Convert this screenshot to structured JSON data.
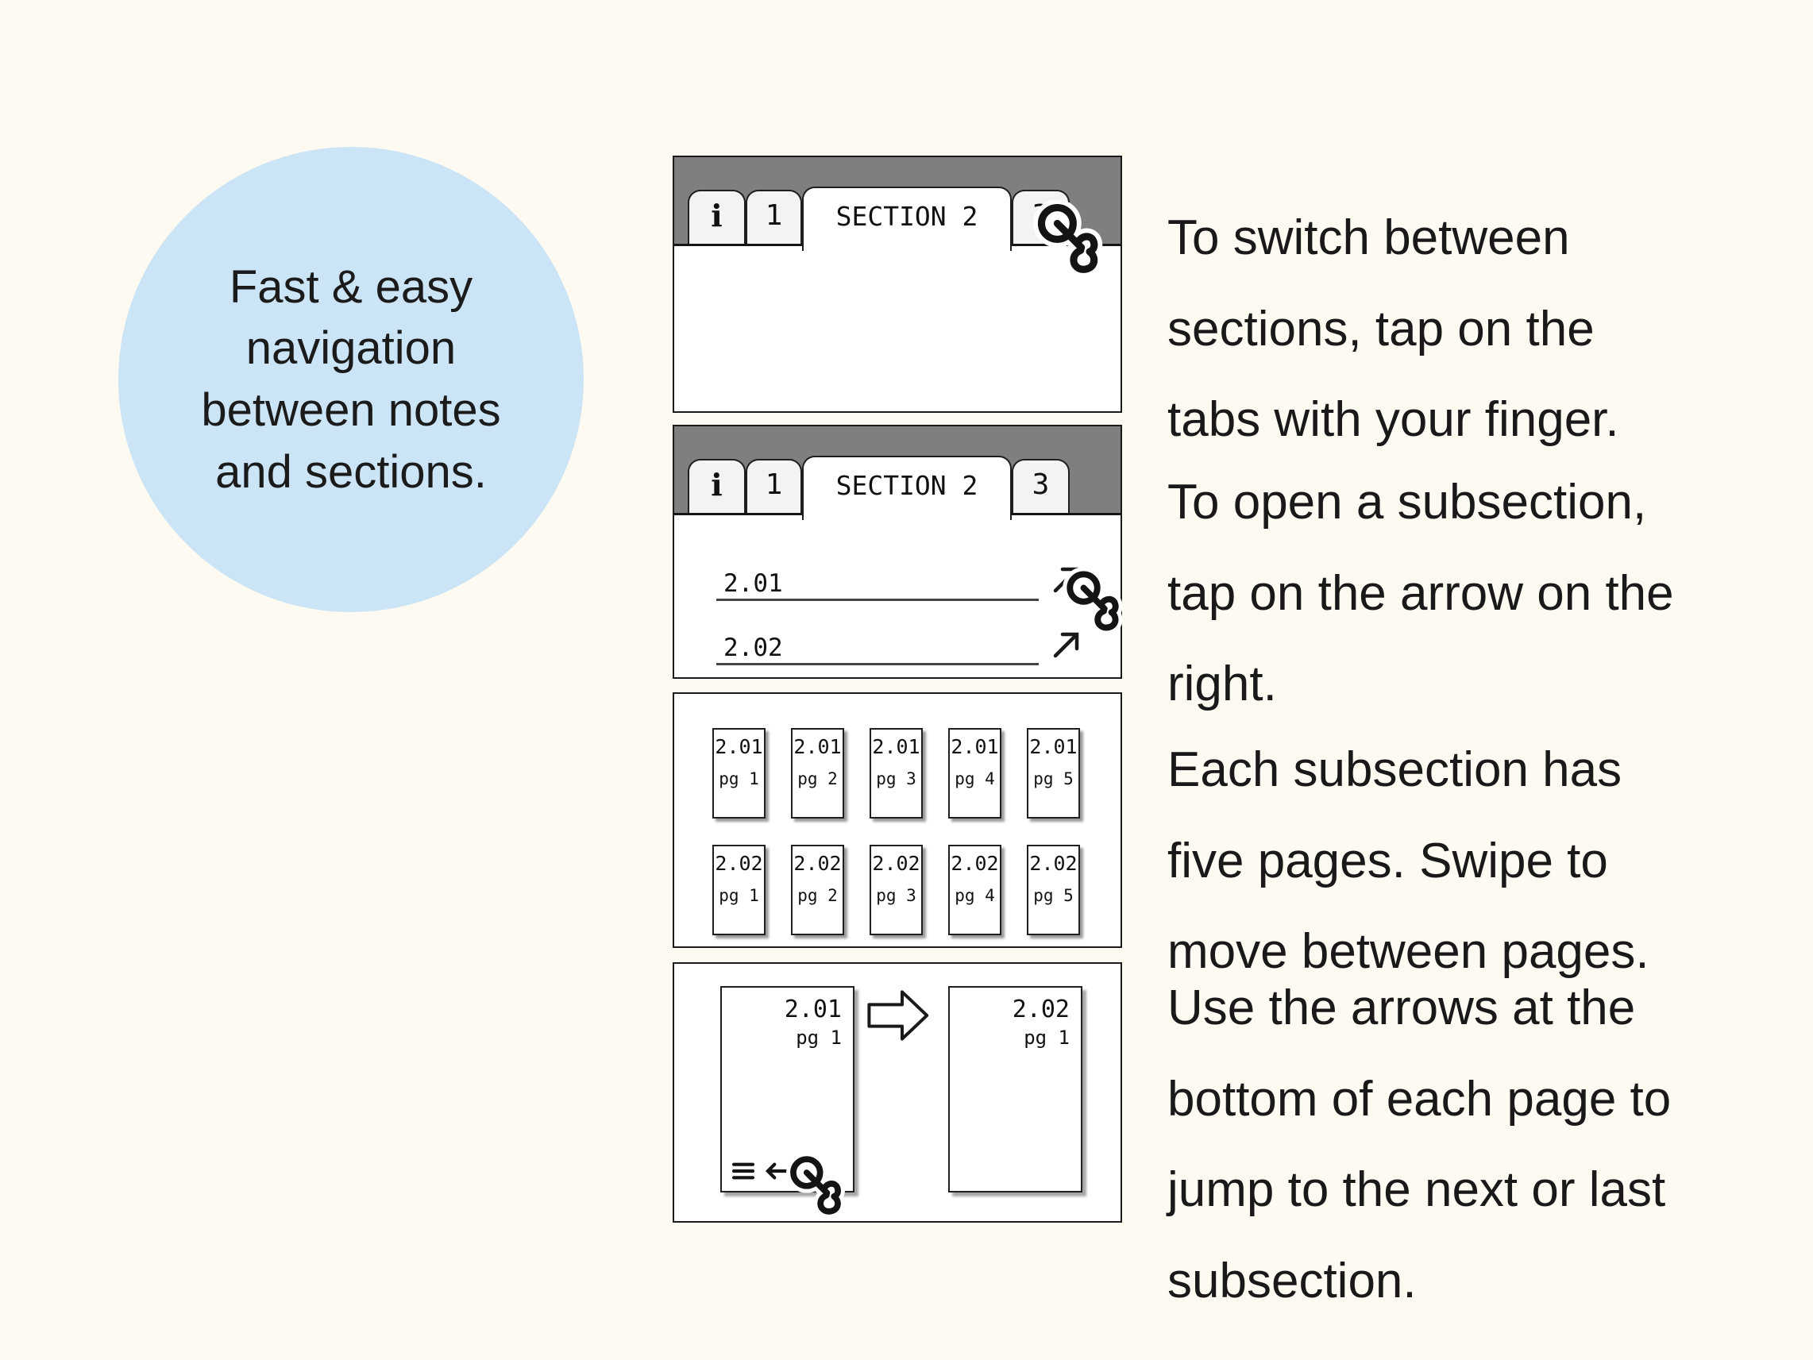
{
  "colors": {
    "background": "#fdfaf1",
    "circle_blue": "#cbe4f6",
    "header_gray": "#7f7f7f",
    "tab_inactive": "#f3f3f3",
    "ink": "#1a1a1a"
  },
  "blurb": {
    "text": "Fast & easy\nnavigation\nbetween notes\nand sections."
  },
  "mock_tabs": {
    "info": "i",
    "one": "1",
    "active": "SECTION 2",
    "three": "3"
  },
  "subsection_list": {
    "items": [
      {
        "label": "2.01"
      },
      {
        "label": "2.02"
      }
    ]
  },
  "page_grid": {
    "rows": [
      {
        "cards": [
          {
            "sub": "2.01",
            "pg": "pg 1"
          },
          {
            "sub": "2.01",
            "pg": "pg 2"
          },
          {
            "sub": "2.01",
            "pg": "pg 3"
          },
          {
            "sub": "2.01",
            "pg": "pg 4"
          },
          {
            "sub": "2.01",
            "pg": "pg 5"
          }
        ]
      },
      {
        "cards": [
          {
            "sub": "2.02",
            "pg": "pg 1"
          },
          {
            "sub": "2.02",
            "pg": "pg 2"
          },
          {
            "sub": "2.02",
            "pg": "pg 3"
          },
          {
            "sub": "2.02",
            "pg": "pg 4"
          },
          {
            "sub": "2.02",
            "pg": "pg 5"
          }
        ]
      }
    ]
  },
  "page_jump": {
    "from": {
      "sub": "2.01",
      "pg": "pg 1"
    },
    "to": {
      "sub": "2.02",
      "pg": "pg 1"
    }
  },
  "instructions": [
    "To switch between\nsections, tap on the\ntabs with your finger.",
    "To open a subsection,\ntap on the arrow on the\nright.",
    "Each subsection has\nfive pages. Swipe to\nmove between pages.",
    "Use the arrows at the\nbottom of each page to\njump to the next or last\nsubsection."
  ]
}
